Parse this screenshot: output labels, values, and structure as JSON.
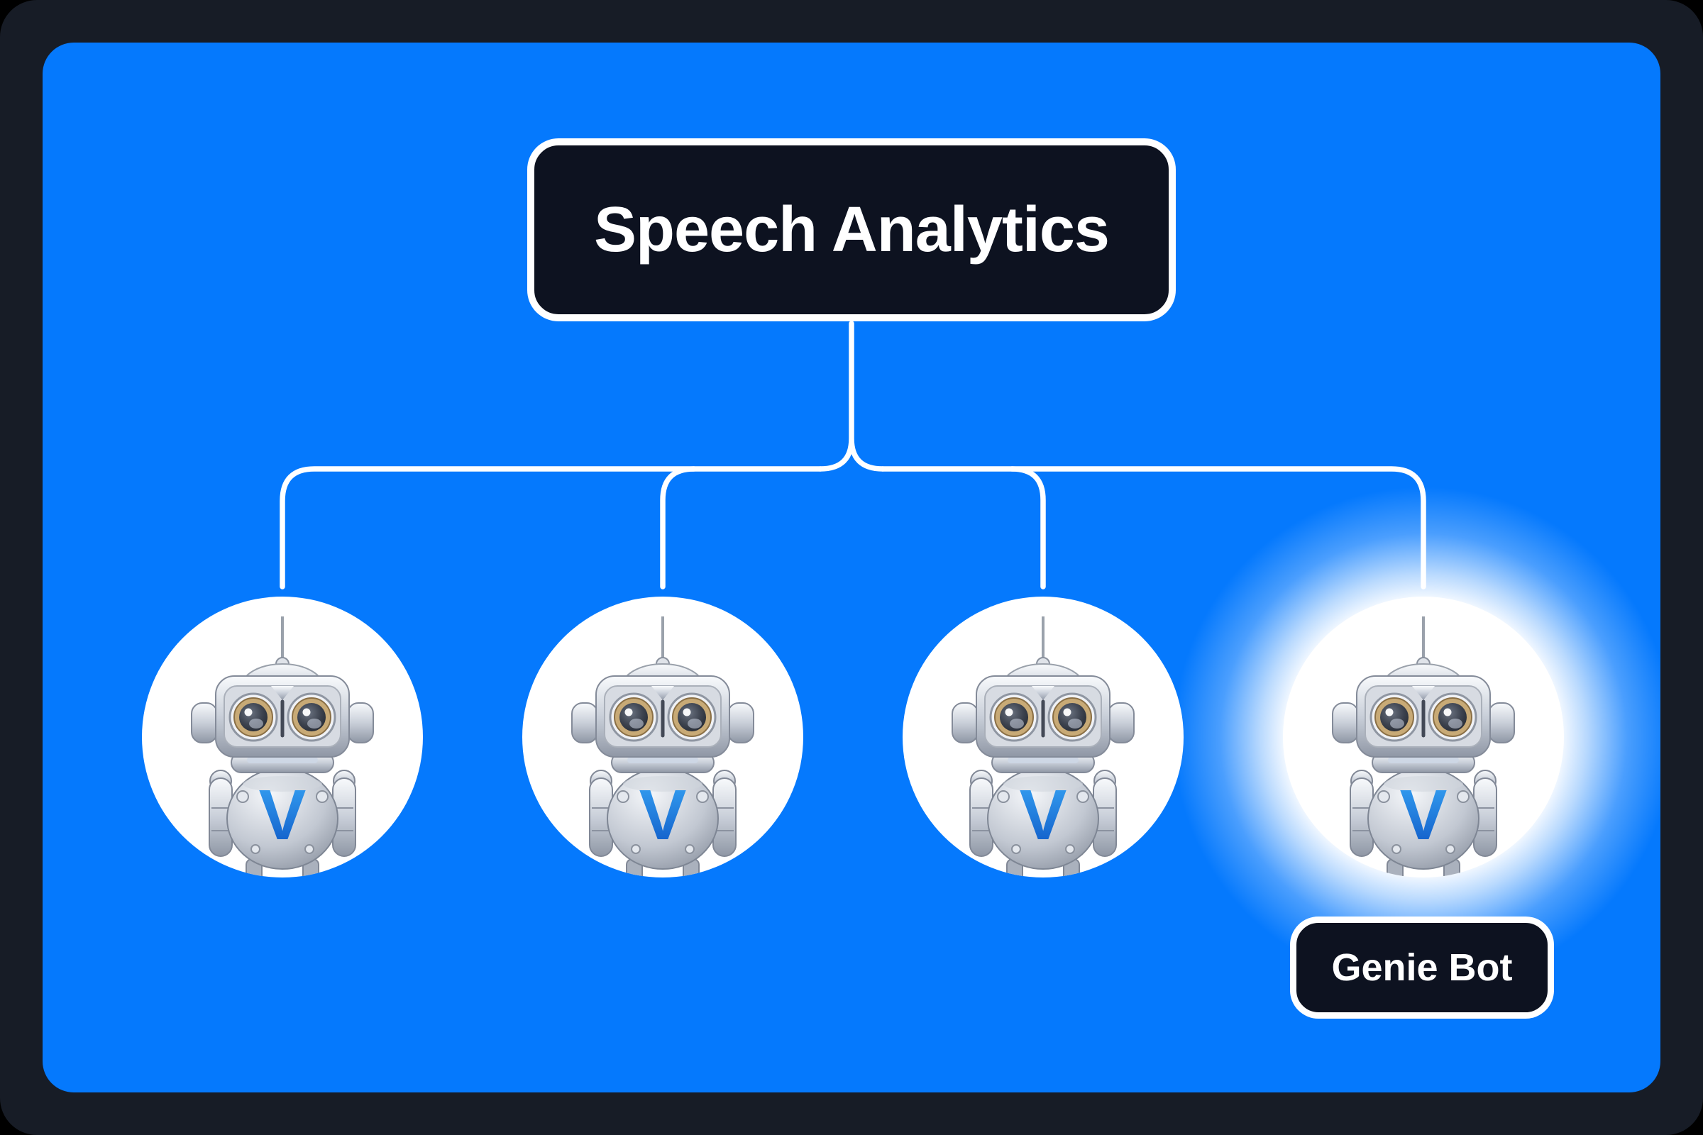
{
  "colors": {
    "page_bg": "#000000",
    "frame": "#171c26",
    "panel": "#0579fd",
    "node_fill": "#0d1220",
    "node_border": "#ffffff",
    "connector": "#ffffff",
    "text": "#ffffff",
    "logo_blue_top": "#38a6f5",
    "logo_blue_bottom": "#0d55c4"
  },
  "diagram": {
    "root": {
      "label": "Speech Analytics"
    },
    "bot_logo_letter": "V",
    "children": [
      {
        "id": "bot-1",
        "icon": "robot-icon"
      },
      {
        "id": "bot-2",
        "icon": "robot-icon"
      },
      {
        "id": "bot-3",
        "icon": "robot-icon"
      },
      {
        "id": "bot-4",
        "icon": "robot-icon",
        "label": "Genie Bot",
        "highlighted": true
      }
    ]
  }
}
